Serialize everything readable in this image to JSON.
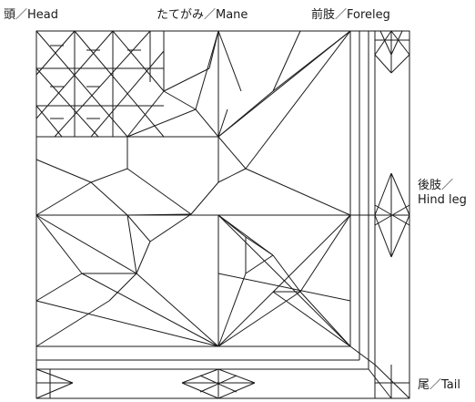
{
  "labels": {
    "head": "頭／Head",
    "mane": "たてがみ／Mane",
    "foreleg": "前肢／Foreleg",
    "hind_leg_line1": "後肢／",
    "hind_leg_line2": "Hind leg",
    "tail": "尾／Tail"
  },
  "colors": {
    "line": "#1a1a1a",
    "background": "#ffffff"
  }
}
